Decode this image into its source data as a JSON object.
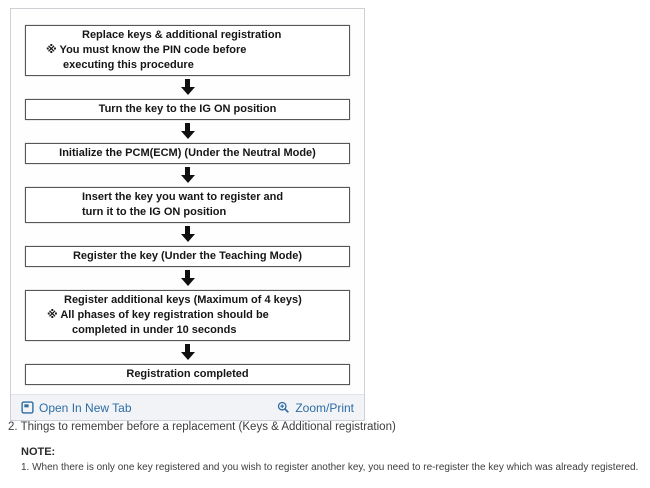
{
  "panel": {
    "flowchart": {
      "boxes": [
        {
          "lines": [
            "Replace keys & additional registration",
            "※ You must know the PIN code before",
            "executing this procedure"
          ]
        },
        {
          "lines": [
            "Turn the key to the IG ON position"
          ]
        },
        {
          "lines": [
            "Initialize the PCM(ECM) (Under the Neutral Mode)"
          ]
        },
        {
          "lines": [
            "Insert the key you want to register and",
            "turn it to the IG ON position"
          ]
        },
        {
          "lines": [
            "Register the key (Under the Teaching Mode)"
          ]
        },
        {
          "lines": [
            "Register additional keys (Maximum of 4 keys)",
            "※ All phases of key registration should be",
            "completed in under 10 seconds"
          ]
        },
        {
          "lines": [
            "Registration completed"
          ]
        }
      ]
    },
    "footer": {
      "open_in_new_tab_label": "Open In New Tab",
      "zoom_print_label": "Zoom/Print"
    }
  },
  "section": {
    "caption": "2. Things to remember before a replacement (Keys & Additional registration)",
    "note_title": "NOTE:",
    "note_items": [
      "1. When there is only one key registered and you wish to register another key, you need to re-register the key which was already registered."
    ]
  },
  "icons": {
    "open_in_new_tab": "open-in-new-tab-icon",
    "zoom_print": "zoom-magnifier-plus-icon"
  },
  "colors": {
    "link_blue": "#2e6da4",
    "footer_bg": "#f1f3f6",
    "panel_border": "#cdd1d6",
    "flow_ink": "#161616"
  }
}
